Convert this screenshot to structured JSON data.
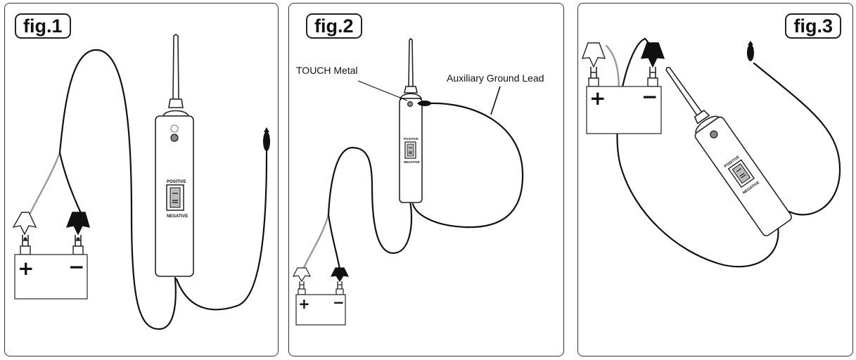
{
  "figures": [
    {
      "label": "fig.1",
      "battery": {
        "positive_sign": "+",
        "negative_sign": "−"
      },
      "probe": {
        "positive_label": "POSITIVE",
        "negative_label": "NEGATIVE"
      }
    },
    {
      "label": "fig.2",
      "callouts": {
        "touch": "TOUCH Metal",
        "ground": "Auxiliary Ground Lead"
      },
      "battery": {
        "positive_sign": "+",
        "negative_sign": "−"
      },
      "probe": {
        "positive_label": "POSITIVE",
        "negative_label": "NEGATIVE"
      }
    },
    {
      "label": "fig.3",
      "battery": {
        "positive_sign": "+",
        "negative_sign": "−"
      },
      "probe": {
        "positive_label": "POSITIVE",
        "negative_label": "NEGATIVE"
      }
    }
  ]
}
